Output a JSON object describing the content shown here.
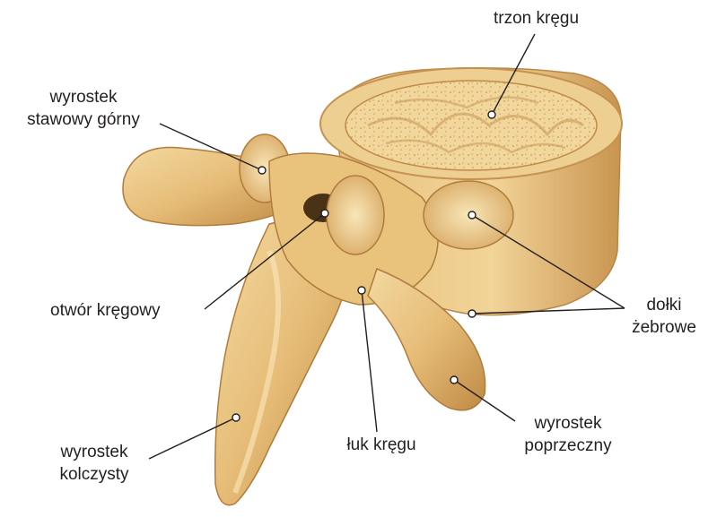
{
  "labels": {
    "trzon": "trzon kręgu",
    "wyrostek_stawowy_1": "wyrostek",
    "wyrostek_stawowy_2": "stawowy górny",
    "otwor": "otwór kręgowy",
    "dolki_1": "dołki",
    "dolki_2": "żebrowe",
    "wyrostek_kolczysty_1": "wyrostek",
    "wyrostek_kolczysty_2": "kolczysty",
    "luk": "łuk kręgu",
    "wyrostek_poprzeczny_1": "wyrostek",
    "wyrostek_poprzeczny_2": "poprzeczny"
  },
  "colors": {
    "bone_light": "#f6dfa8",
    "bone_mid": "#e9c27c",
    "bone_dark": "#c9954a",
    "bone_shadow": "#a8773a",
    "body_top": "#f3dba0",
    "trabecular": "#d9b270",
    "leader": "#231f20",
    "pointer_dot": "#ffffff"
  }
}
